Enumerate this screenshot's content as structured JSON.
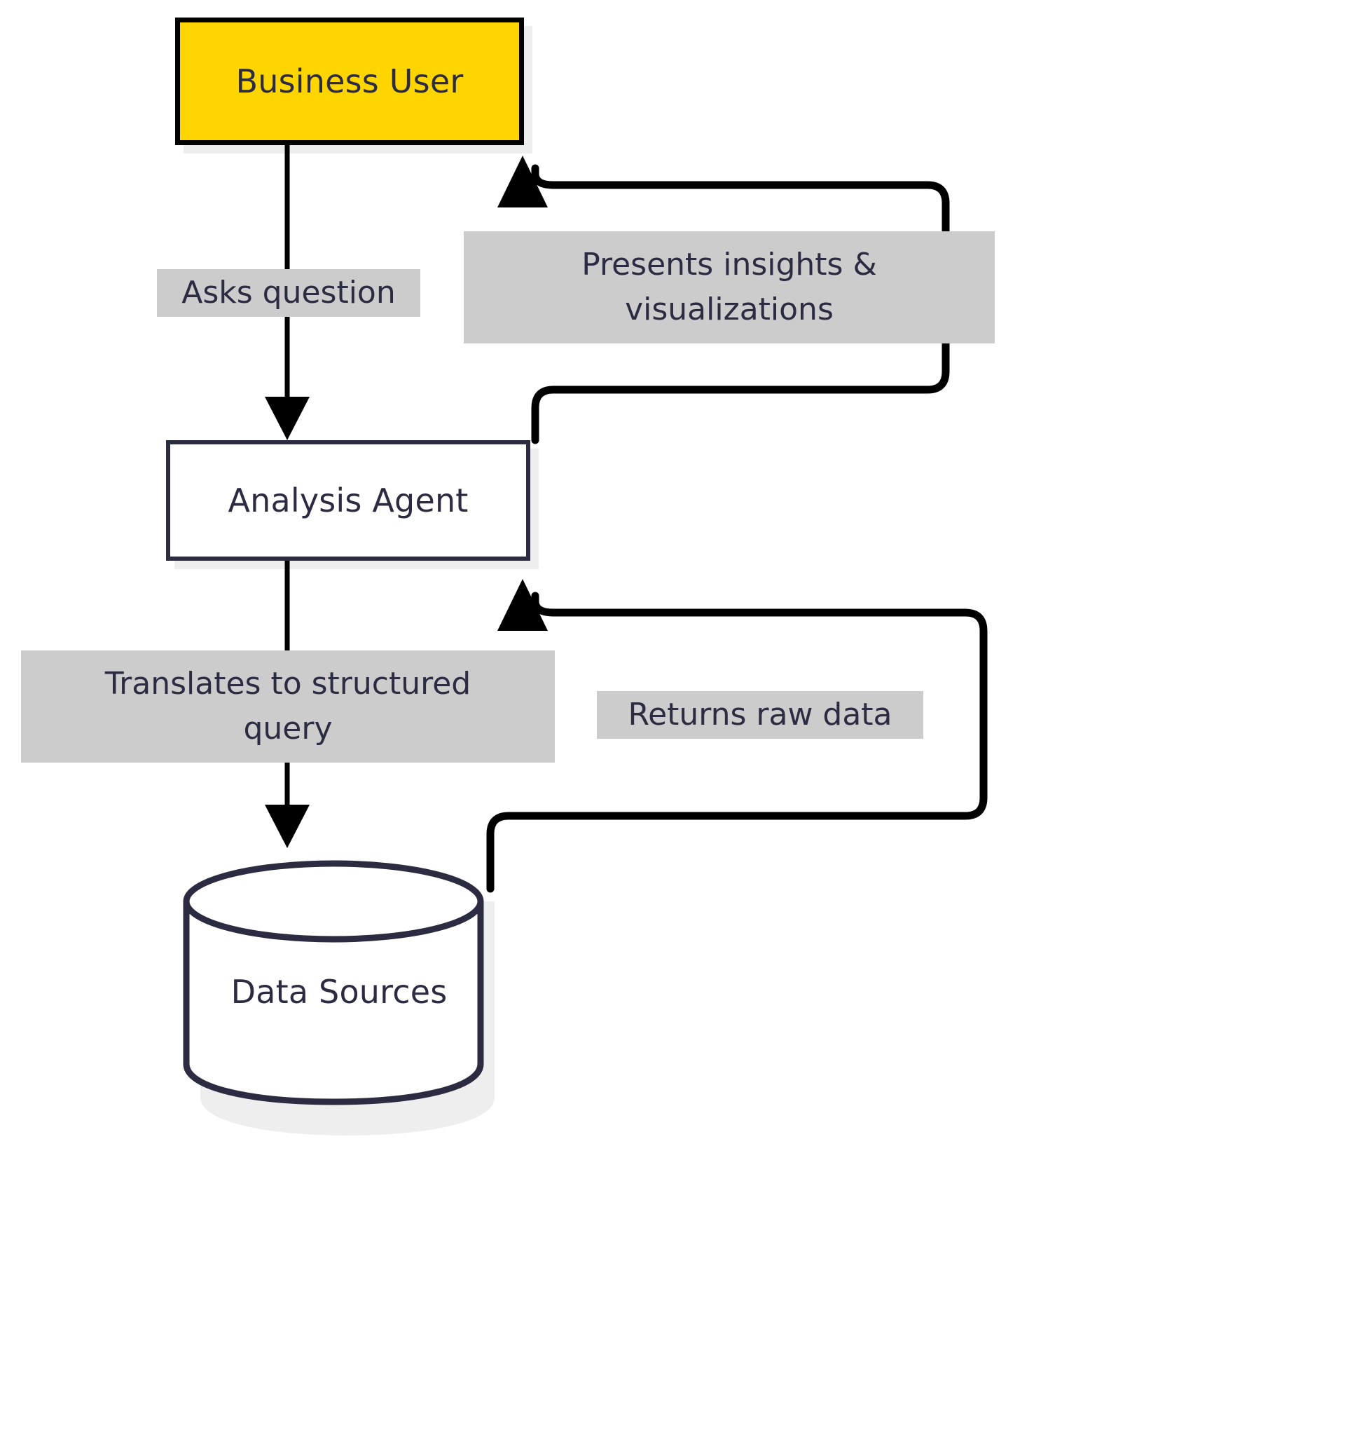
{
  "diagram": {
    "type": "flowchart",
    "orientation": "top-down",
    "background_color": "#ffffff",
    "nodes": [
      {
        "id": "business-user",
        "label": "Business User",
        "shape": "rect",
        "fill": "#ffd500",
        "stroke": "#000000",
        "text_color": "#2b2b42"
      },
      {
        "id": "analysis-agent",
        "label": "Analysis Agent",
        "shape": "rect",
        "fill": "#ffffff",
        "stroke": "#2b2b42",
        "text_color": "#2b2b42"
      },
      {
        "id": "data-sources",
        "label": "Data Sources",
        "shape": "cylinder",
        "fill": "#ffffff",
        "stroke": "#2b2b42",
        "text_color": "#2b2b42"
      }
    ],
    "edges": [
      {
        "id": "asks-question",
        "from": "business-user",
        "to": "analysis-agent",
        "label": "Asks question",
        "label_bg": "#cccccc",
        "stroke": "#000000",
        "arrowhead": "filled-triangle"
      },
      {
        "id": "presents-insights",
        "from": "analysis-agent",
        "to": "business-user",
        "label_line1": "Presents insights &",
        "label_line2": "visualizations",
        "label_bg": "#cccccc",
        "stroke": "#000000",
        "arrowhead": "filled-triangle"
      },
      {
        "id": "translates-query",
        "from": "analysis-agent",
        "to": "data-sources",
        "label_line1": "Translates to structured",
        "label_line2": "query",
        "label_bg": "#cccccc",
        "stroke": "#000000",
        "arrowhead": "filled-triangle"
      },
      {
        "id": "returns-raw-data",
        "from": "data-sources",
        "to": "analysis-agent",
        "label": "Returns raw data",
        "label_bg": "#cccccc",
        "stroke": "#000000",
        "arrowhead": "filled-triangle"
      }
    ]
  },
  "colors": {
    "accent_yellow": "#ffd500",
    "ink": "#2b2b42",
    "label_gray": "#cccccc",
    "shadow_gray": "#eeeeee",
    "line_black": "#000000"
  }
}
